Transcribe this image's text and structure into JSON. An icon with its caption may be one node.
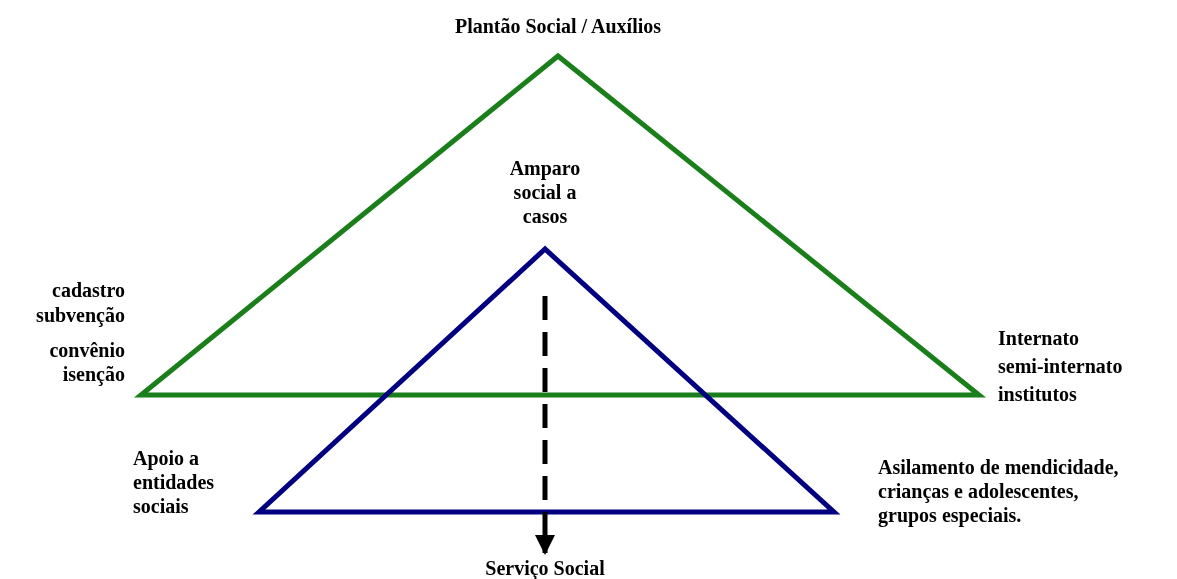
{
  "diagram": {
    "nodes": [
      {
        "text": [
          "Amparo social a casos"
        ]
      },
      {
        "text": [
          "Serviço Social"
        ]
      }
    ],
    "edges": [
      {
        "from": 0,
        "to": 1,
        "arrow": "to",
        "style": "dashed"
      }
    ],
    "labels": [
      "Plantão Social / Auxílios",
      "cadastro",
      "subvenção",
      "convênio",
      "isenção",
      "Internato",
      "semi-internato",
      "institutos",
      "Apoio a entidades sociais",
      "Asilamento de mendicidade, crianças e adolescentes, grupos especiais."
    ]
  }
}
